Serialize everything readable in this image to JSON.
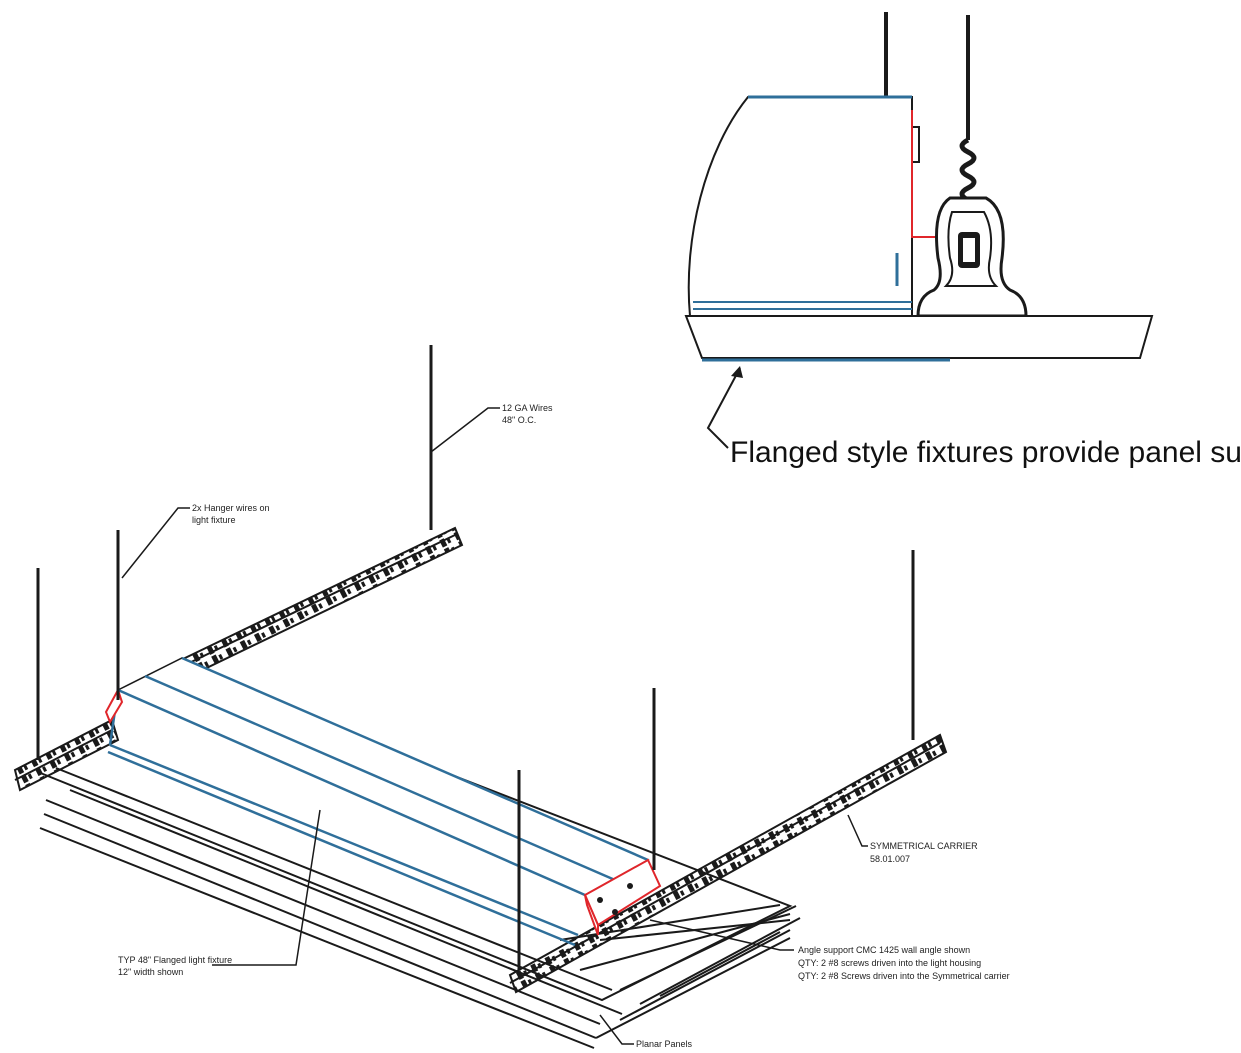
{
  "callouts": {
    "wires": {
      "line1": "12 GA Wires",
      "line2": "48\" O.C."
    },
    "hanger": {
      "line1": "2x Hanger wires on",
      "line2": "light fixture"
    },
    "carrier": {
      "line1": "SYMMETRICAL CARRIER",
      "line2": "58.01.007"
    },
    "fixture": {
      "line1": "TYP 48\" Flanged light fixture",
      "line2": "12\" width shown"
    },
    "angle": {
      "line1": "Angle support CMC 1425 wall angle shown",
      "line2": "QTY: 2 #8 screws driven into the light housing",
      "line3": "QTY: 2 #8 Screws driven into the Symmetrical carrier"
    },
    "panels": {
      "line1": "Planar Panels"
    }
  },
  "detail": {
    "caption": "Flanged style fixtures provide panel support"
  },
  "colors": {
    "line": "#1a1a1a",
    "fixture": "#2f6f9a",
    "angle": "#e0262b",
    "background": "#ffffff"
  }
}
